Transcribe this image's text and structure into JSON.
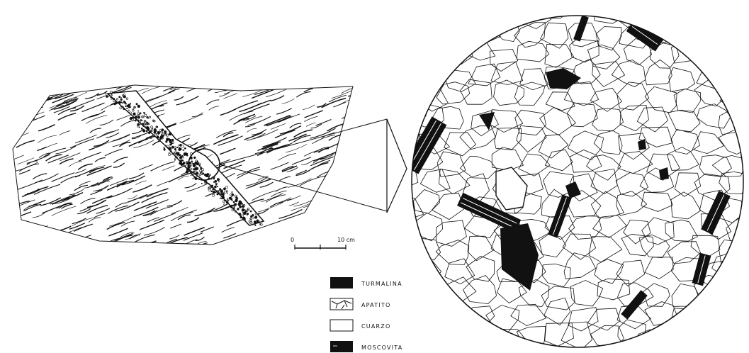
{
  "scale_bar": {
    "start_label": "0",
    "end_label": "10 cm"
  },
  "legend": [
    {
      "label": "TURMALINA",
      "pattern": "solid-black"
    },
    {
      "label": "APATITO",
      "pattern": "cracked"
    },
    {
      "label": "CUARZO",
      "pattern": "empty"
    },
    {
      "label": "MOSCOVITA",
      "pattern": "hatched-black"
    }
  ],
  "colors": {
    "ink": "#111111",
    "paper": "#ffffff"
  }
}
